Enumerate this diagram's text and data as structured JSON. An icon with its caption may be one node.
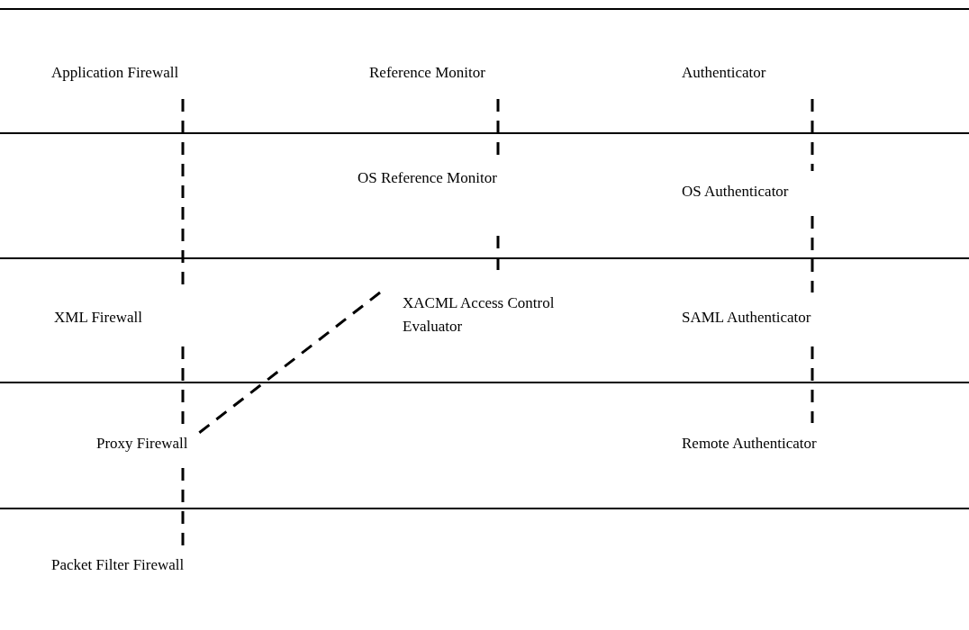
{
  "diagram": {
    "nodes": [
      {
        "text": [
          "Application Firewall"
        ]
      },
      {
        "text": [
          "Reference Monitor"
        ]
      },
      {
        "text": [
          "Authenticator"
        ]
      },
      {
        "text": [
          "OS Reference Monitor"
        ]
      },
      {
        "text": [
          "OS Authenticator"
        ]
      },
      {
        "text": [
          "XML Firewall"
        ]
      },
      {
        "text": [
          "XACML Access Control Evaluator"
        ]
      },
      {
        "text": [
          "SAML Authenticator"
        ]
      },
      {
        "text": [
          "Proxy Firewall"
        ]
      },
      {
        "text": [
          "Remote Authenticator"
        ]
      },
      {
        "text": [
          "Packet Filter Firewall"
        ]
      }
    ],
    "edges": [
      {
        "from": 0,
        "to": 5,
        "arrow": "none",
        "style": "dashed"
      },
      {
        "from": 5,
        "to": 8,
        "arrow": "none",
        "style": "dashed"
      },
      {
        "from": 8,
        "to": 10,
        "arrow": "none",
        "style": "dashed"
      },
      {
        "from": 1,
        "to": 3,
        "arrow": "none",
        "style": "dashed"
      },
      {
        "from": 3,
        "to": 6,
        "arrow": "none",
        "style": "dashed"
      },
      {
        "from": 6,
        "to": 8,
        "arrow": "none",
        "style": "dashed"
      },
      {
        "from": 2,
        "to": 4,
        "arrow": "none",
        "style": "dashed"
      },
      {
        "from": 4,
        "to": 7,
        "arrow": "none",
        "style": "dashed"
      },
      {
        "from": 7,
        "to": 9,
        "arrow": "none",
        "style": "dashed"
      }
    ]
  }
}
